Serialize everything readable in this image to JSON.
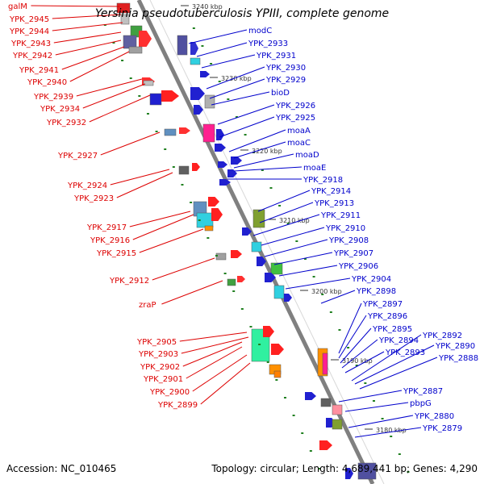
{
  "title": "Yersinia pseudotuberculosis YPIII, complete genome",
  "footer": {
    "accession": "Accession: NC_010465",
    "stats": "Topology: circular; Length: 4,689,441 bp; Genes: 4,290"
  },
  "colors": {
    "left_label": "#dd0000",
    "right_label": "#0000cc",
    "tick": "#208020",
    "backbone": "#808080"
  },
  "ticks": [
    "3240 kbp",
    "3230 kbp",
    "3220 kbp",
    "3210 kbp",
    "3200 kbp",
    "3190 kbp",
    "3180 kbp"
  ],
  "left_labels": [
    "galM",
    "YPK_2945",
    "YPK_2944",
    "YPK_2943",
    "YPK_2942",
    "YPK_2941",
    "YPK_2940",
    "YPK_2939",
    "YPK_2934",
    "YPK_2932",
    "YPK_2927",
    "YPK_2924",
    "YPK_2923",
    "YPK_2917",
    "YPK_2916",
    "YPK_2915",
    "YPK_2912",
    "zraP",
    "YPK_2905",
    "YPK_2903",
    "YPK_2902",
    "YPK_2901",
    "YPK_2900",
    "YPK_2899"
  ],
  "right_labels": [
    "modC",
    "YPK_2933",
    "YPK_2931",
    "YPK_2930",
    "YPK_2929",
    "bioD",
    "YPK_2926",
    "YPK_2925",
    "moaA",
    "moaC",
    "moaD",
    "moaE",
    "YPK_2918",
    "YPK_2914",
    "YPK_2913",
    "YPK_2911",
    "YPK_2910",
    "YPK_2908",
    "YPK_2907",
    "YPK_2906",
    "YPK_2904",
    "YPK_2898",
    "YPK_2897",
    "YPK_2896",
    "YPK_2895",
    "YPK_2894",
    "YPK_2893",
    "YPK_2892",
    "YPK_2890",
    "YPK_2888",
    "YPK_2887",
    "pbpG",
    "YPK_2880",
    "YPK_2879"
  ]
}
